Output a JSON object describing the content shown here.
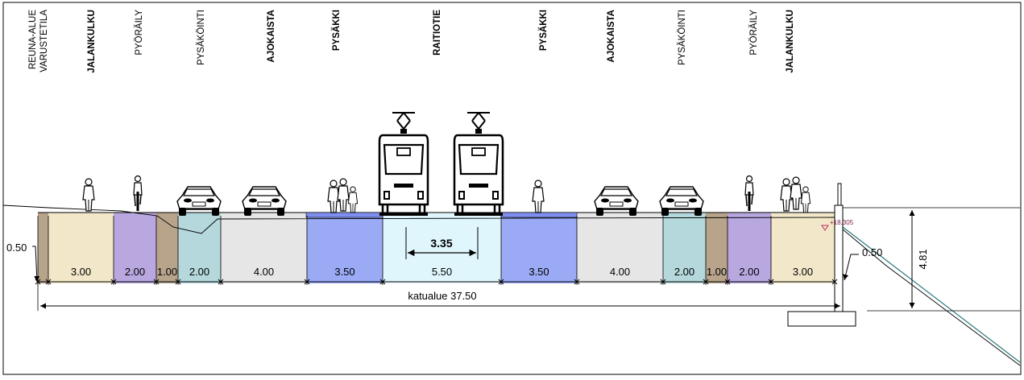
{
  "title": "",
  "lanes": [
    {
      "label": "REUNA-ALUE",
      "label2": "VARUSTETILA",
      "bold": false,
      "width": "",
      "color": "#b7a48b"
    },
    {
      "label": "JALANKULKU",
      "bold": true,
      "width": "3.00",
      "color": "#f2e8c9"
    },
    {
      "label": "PYÖRÄILY",
      "bold": false,
      "width": "2.00",
      "color": "#b9a7e0"
    },
    {
      "label": "",
      "bold": false,
      "width": "1.00",
      "color": "#b7a48b"
    },
    {
      "label": "PYSÄKÖINTI",
      "bold": false,
      "width": "2.00",
      "color": "#b4d8dc"
    },
    {
      "label": "AJOKAISTA",
      "bold": true,
      "width": "4.00",
      "color": "#e6e6e6"
    },
    {
      "label": "PYSÄKKI",
      "bold": true,
      "width": "3.50",
      "color": "#9aaaf5"
    },
    {
      "label": "RAITIOTIE",
      "bold": true,
      "width": "5.50",
      "color": "#dff6fd"
    },
    {
      "label": "PYSÄKKI",
      "bold": true,
      "width": "3.50",
      "color": "#9aaaf5"
    },
    {
      "label": "AJOKAISTA",
      "bold": true,
      "width": "4.00",
      "color": "#e6e6e6"
    },
    {
      "label": "PYSÄKÖINTI",
      "bold": false,
      "width": "2.00",
      "color": "#b4d8dc"
    },
    {
      "label": "",
      "bold": false,
      "width": "1.00",
      "color": "#b7a48b"
    },
    {
      "label": "PYÖRÄILY",
      "bold": false,
      "width": "2.00",
      "color": "#b9a7e0"
    },
    {
      "label": "JALANKULKU",
      "bold": true,
      "width": "3.00",
      "color": "#f2e8c9"
    }
  ],
  "dimensions": {
    "curb_left": "0.50",
    "curb_right": "0.50",
    "track_gauge": "3.35",
    "total": "katualue 37.50",
    "height": "4.81",
    "elevation_tag": "+18.305"
  },
  "icons": [
    "pedestrian-icon",
    "cyclist-icon",
    "car-icon",
    "tram-icon",
    "pedestrian-group-icon"
  ]
}
